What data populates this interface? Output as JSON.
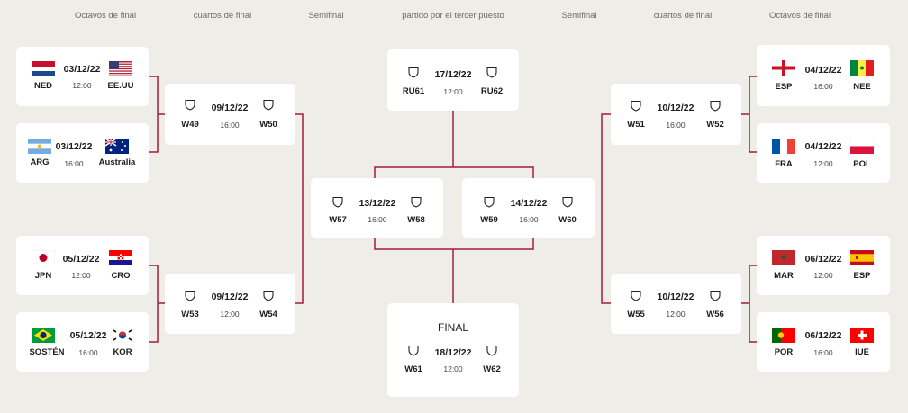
{
  "headers": {
    "r16_left": "Octavos de final",
    "qf_left": "cuartos de final",
    "sf_left": "Semifinal",
    "third": "partido por el tercer puesto",
    "sf_right": "Semifinal",
    "qf_right": "cuartos de final",
    "r16_right": "Octavos de final"
  },
  "colors": {
    "bracket_line": "#a31d3c",
    "background": "#efede7",
    "card": "#ffffff"
  },
  "matches": {
    "r16_1": {
      "date": "03/12/22",
      "time": "12:00",
      "home": "NED",
      "away": "EE.UU",
      "home_icon": "netherlands-flag-icon",
      "away_icon": "usa-flag-icon"
    },
    "r16_2": {
      "date": "03/12/22",
      "time": "16:00",
      "home": "ARG",
      "away": "Australia",
      "home_icon": "argentina-flag-icon",
      "away_icon": "australia-flag-icon"
    },
    "r16_3": {
      "date": "05/12/22",
      "time": "12:00",
      "home": "JPN",
      "away": "CRO",
      "home_icon": "japan-flag-icon",
      "away_icon": "croatia-flag-icon"
    },
    "r16_4": {
      "date": "05/12/22",
      "time": "16:00",
      "home": "SOSTÉN",
      "away": "KOR",
      "home_icon": "brazil-flag-icon",
      "away_icon": "korea-flag-icon"
    },
    "r16_5": {
      "date": "04/12/22",
      "time": "16:00",
      "home": "ESP",
      "away": "NEE",
      "home_icon": "england-flag-icon",
      "away_icon": "senegal-flag-icon"
    },
    "r16_6": {
      "date": "04/12/22",
      "time": "12:00",
      "home": "FRA",
      "away": "POL",
      "home_icon": "france-flag-icon",
      "away_icon": "poland-flag-icon"
    },
    "r16_7": {
      "date": "06/12/22",
      "time": "12:00",
      "home": "MAR",
      "away": "ESP",
      "home_icon": "morocco-flag-icon",
      "away_icon": "spain-flag-icon"
    },
    "r16_8": {
      "date": "06/12/22",
      "time": "16:00",
      "home": "POR",
      "away": "IUE",
      "home_icon": "portugal-flag-icon",
      "away_icon": "switzerland-flag-icon"
    },
    "qf_1": {
      "date": "09/12/22",
      "time": "16:00",
      "home": "W49",
      "away": "W50"
    },
    "qf_2": {
      "date": "09/12/22",
      "time": "12:00",
      "home": "W53",
      "away": "W54"
    },
    "qf_3": {
      "date": "10/12/22",
      "time": "16:00",
      "home": "W51",
      "away": "W52"
    },
    "qf_4": {
      "date": "10/12/22",
      "time": "12:00",
      "home": "W55",
      "away": "W56"
    },
    "sf_1": {
      "date": "13/12/22",
      "time": "16:00",
      "home": "W57",
      "away": "W58"
    },
    "sf_2": {
      "date": "14/12/22",
      "time": "16:00",
      "home": "W59",
      "away": "W60"
    },
    "third": {
      "date": "17/12/22",
      "time": "12:00",
      "home": "RU61",
      "away": "RU62"
    },
    "final": {
      "title": "FINAL",
      "date": "18/12/22",
      "time": "12:00",
      "home": "W61",
      "away": "W62"
    }
  }
}
